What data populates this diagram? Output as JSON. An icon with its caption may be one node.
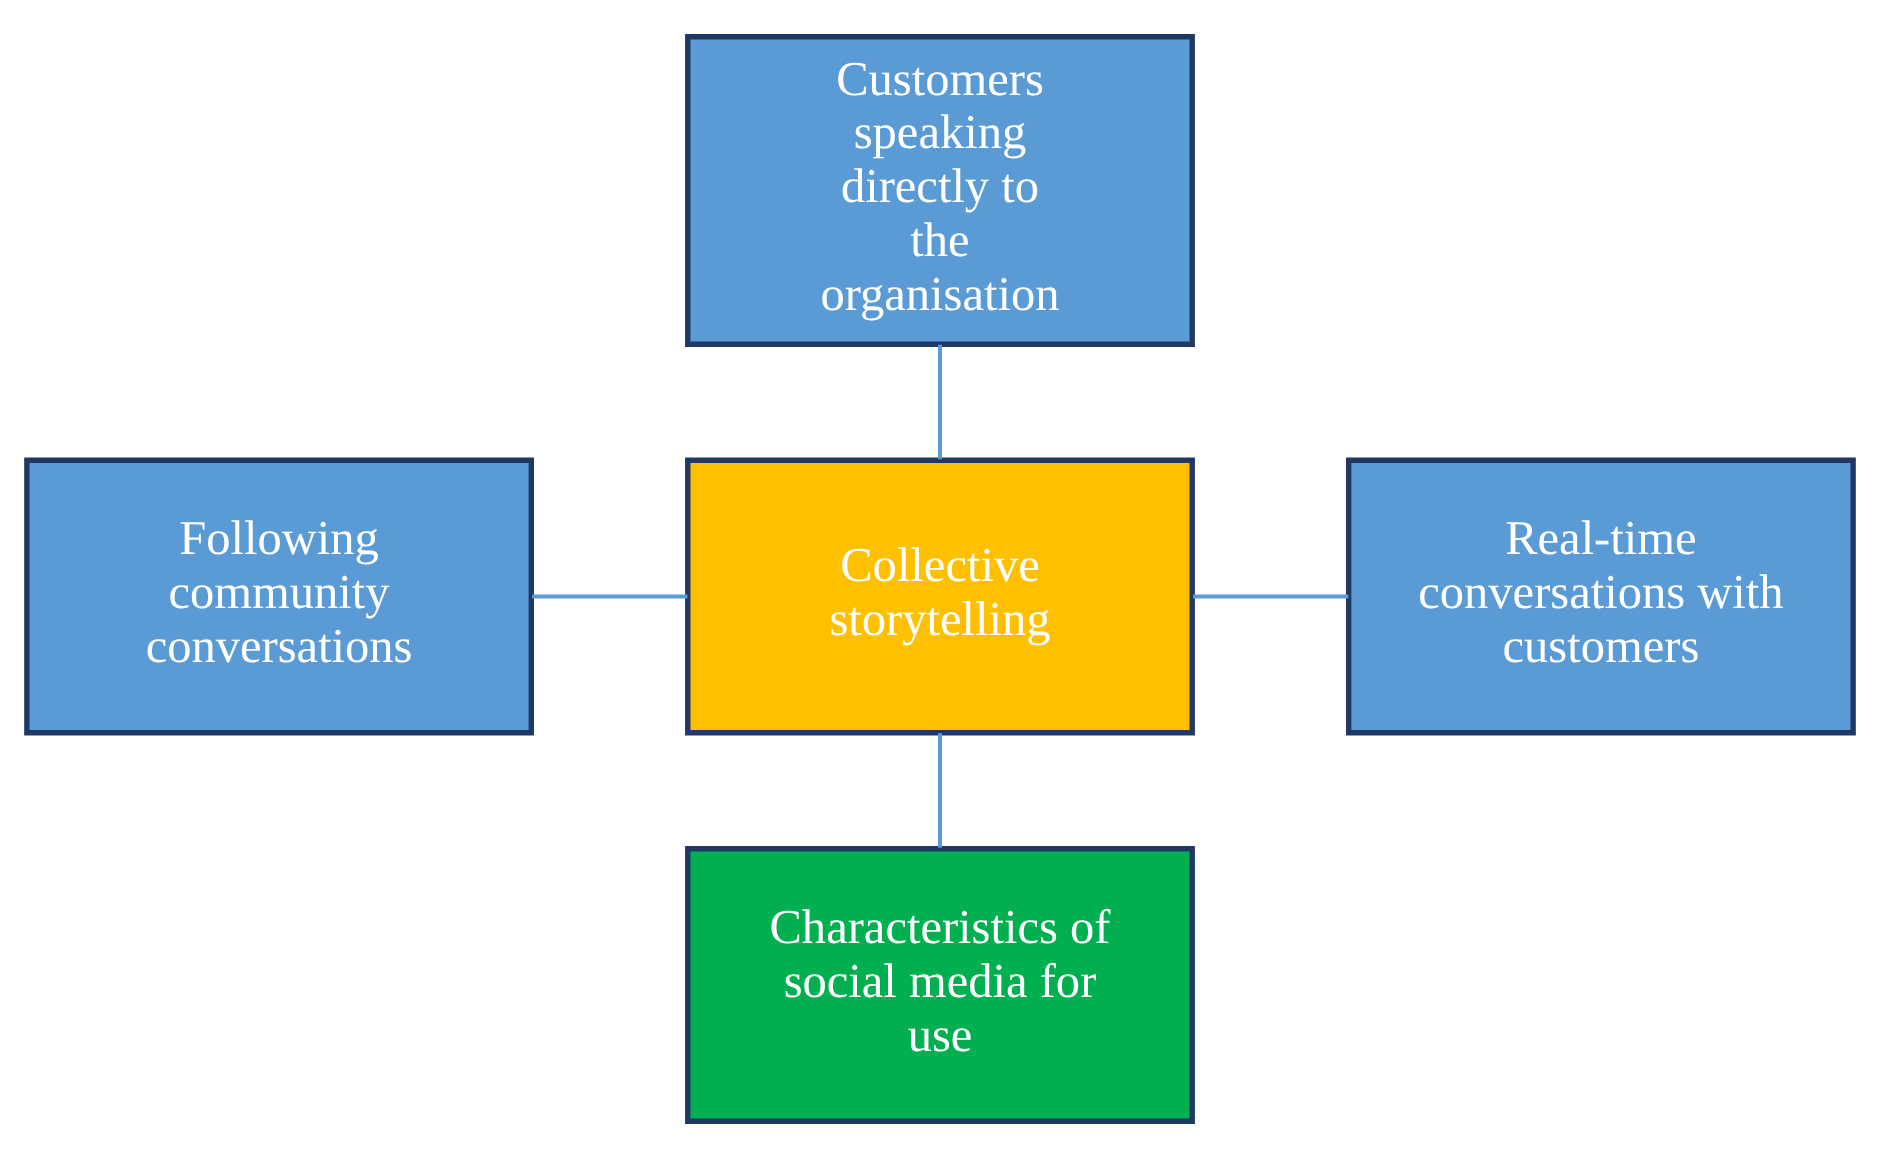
{
  "diagram": {
    "nodes": [
      {
        "text": [
          "Customers speaking directly to the organisation"
        ]
      },
      {
        "text": [
          "Following community conversations"
        ]
      },
      {
        "text": [
          "Collective storytelling"
        ]
      },
      {
        "text": [
          "Real-time conversations with customers"
        ]
      },
      {
        "text": [
          "Characteristics of social media for use"
        ]
      }
    ],
    "edges": [
      {
        "from": 0,
        "to": 2,
        "arrow": "none"
      },
      {
        "from": 1,
        "to": 2,
        "arrow": "none"
      },
      {
        "from": 2,
        "to": 3,
        "arrow": "none"
      },
      {
        "from": 2,
        "to": 4,
        "arrow": "none"
      }
    ]
  }
}
